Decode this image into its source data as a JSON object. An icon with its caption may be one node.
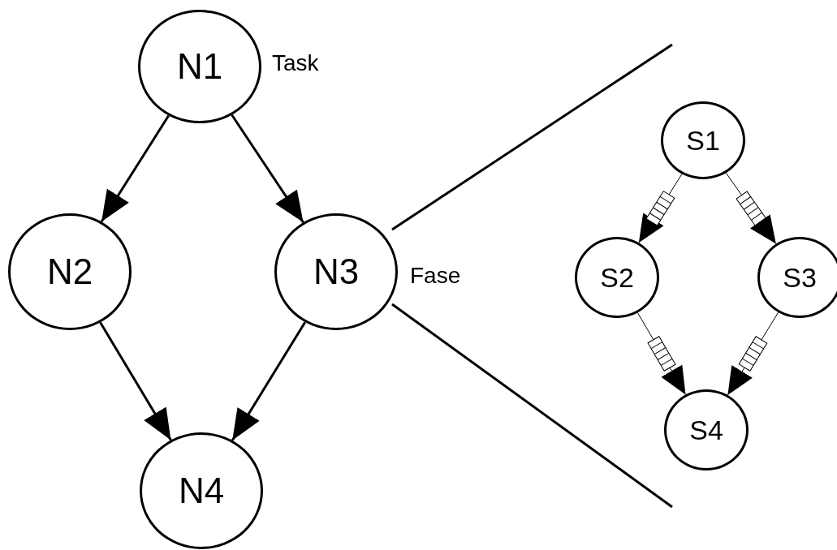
{
  "diagram": {
    "nodes": [
      {
        "text": [
          "N1"
        ],
        "beside": [
          "Task"
        ]
      },
      {
        "text": [
          "N2"
        ]
      },
      {
        "text": [
          "N3"
        ],
        "beside": [
          "Fase"
        ]
      },
      {
        "text": [
          "N4"
        ]
      },
      {
        "text": [
          "S1"
        ]
      },
      {
        "text": [
          "S2"
        ]
      },
      {
        "text": [
          "S3"
        ]
      },
      {
        "text": [
          "S4"
        ]
      }
    ],
    "edges": [
      {
        "from": 0,
        "to": 1,
        "arrow": "to",
        "style": "thick"
      },
      {
        "from": 0,
        "to": 2,
        "arrow": "to",
        "style": "thick"
      },
      {
        "from": 1,
        "to": 3,
        "arrow": "to",
        "style": "thick"
      },
      {
        "from": 2,
        "to": 3,
        "arrow": "to",
        "style": "thick"
      },
      {
        "from": 4,
        "to": 5,
        "arrow": "to"
      },
      {
        "from": 4,
        "to": 6,
        "arrow": "to"
      },
      {
        "from": 5,
        "to": 7,
        "arrow": "to"
      },
      {
        "from": 6,
        "to": 7,
        "arrow": "to"
      }
    ]
  }
}
